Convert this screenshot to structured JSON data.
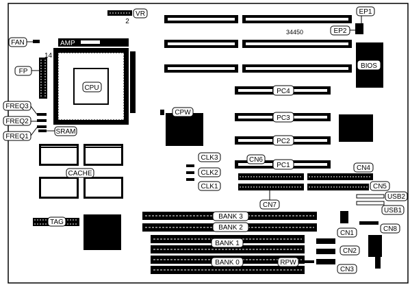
{
  "labels": {
    "vr": "VR",
    "vr_pin": "2",
    "fan": "FAN",
    "amp": "AMP",
    "pin14": "14",
    "fp": "FP",
    "cpu": "CPU",
    "freq3": "FREQ3",
    "freq2": "FREQ2",
    "freq1": "FREQ1",
    "sram": "SRAM",
    "cache": "CACHE",
    "tag": "TAG",
    "cpw": "CPW",
    "ep1": "EP1",
    "ep2": "EP2",
    "board_id": "34450",
    "bios": "BIOS",
    "pc4": "PC4",
    "pc3": "PC3",
    "pc2": "PC2",
    "pc1": "PC1",
    "cn6": "CN6",
    "cn4": "CN4",
    "cn5": "CN5",
    "cn7": "CN7",
    "clk3": "CLK3",
    "clk2": "CLK2",
    "clk1": "CLK1",
    "usb2": "USB2",
    "usb1": "USB1",
    "cn8": "CN8",
    "cn1": "CN1",
    "cn2": "CN2",
    "cn3": "CN3",
    "bank3": "BANK 3",
    "bank2": "BANK 2",
    "bank1": "BANK 1",
    "bank0": "BANK 0",
    "rpw": "RPW"
  }
}
